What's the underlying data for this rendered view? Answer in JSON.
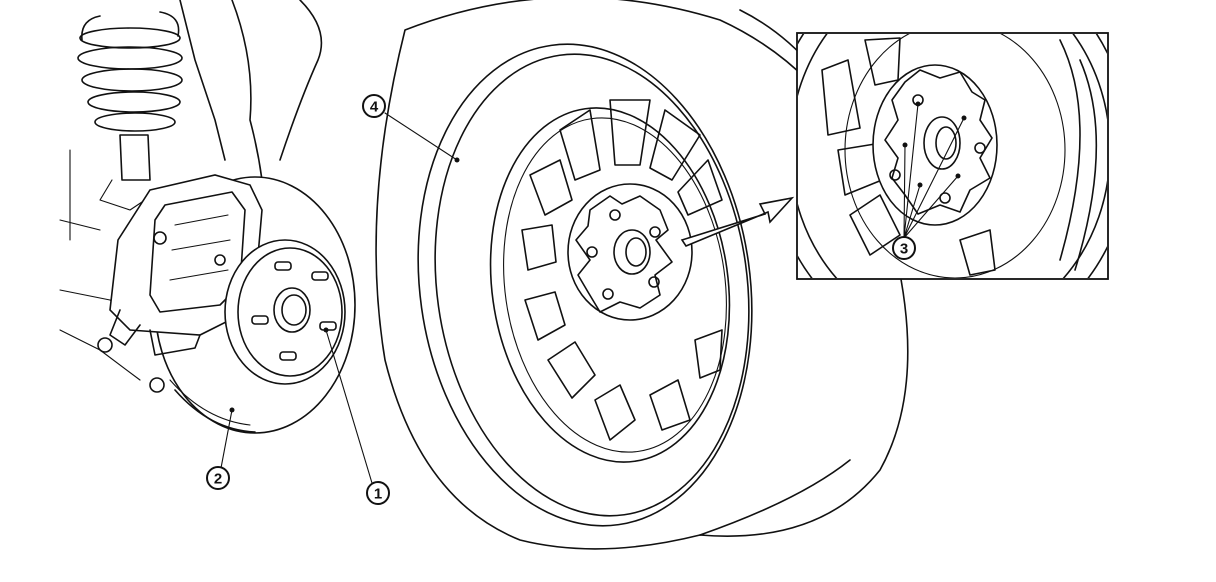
{
  "callouts": [
    {
      "id": "c1",
      "label": "1"
    },
    {
      "id": "c2",
      "label": "2"
    },
    {
      "id": "c3",
      "label": "3"
    },
    {
      "id": "c4",
      "label": "4"
    }
  ],
  "colors": {
    "line": "#111111",
    "background": "#ffffff"
  }
}
